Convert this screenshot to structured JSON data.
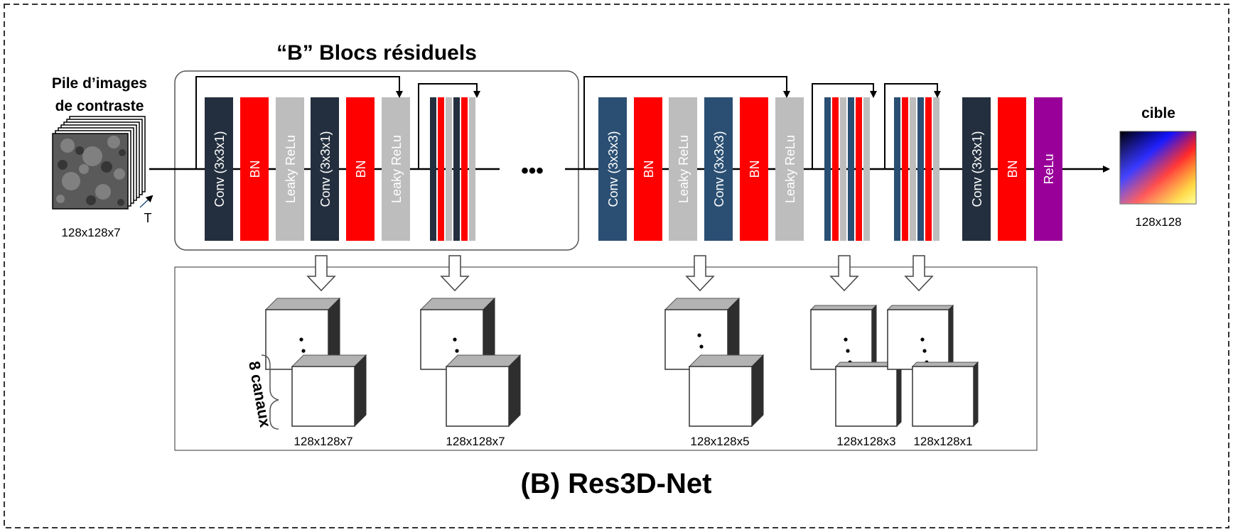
{
  "title": "(B) Res3D-Net",
  "input": {
    "label_line1": "Pile d’images",
    "label_line2": "de contraste",
    "size": "128x128x7",
    "axis": "T"
  },
  "residual_blocks_label": "“B” Blocs résiduels",
  "ellipsis": "•••",
  "output": {
    "label": "cible",
    "size": "128x128"
  },
  "block1": [
    "Conv (3x3x1)",
    "BN",
    "Leaky ReLu",
    "Conv (3x3x1)",
    "BN",
    "Leaky ReLu"
  ],
  "block2": [
    "Conv (3x3x3)",
    "BN",
    "Leaky ReLu",
    "Conv (3x3x3)",
    "BN",
    "Leaky ReLu"
  ],
  "final": [
    "Conv (3x3x1)",
    "BN",
    "ReLu"
  ],
  "channels_label": "8 canaux",
  "feature_sizes": [
    "128x128x7",
    "128x128x7",
    "128x128x5",
    "128x128x3",
    "128x128x1"
  ],
  "colors": {
    "conv_dark": "#232f3e",
    "conv_blue": "#2a4f73",
    "bn": "#ff0000",
    "leaky": "#bdbdbd",
    "relu": "#990099"
  }
}
